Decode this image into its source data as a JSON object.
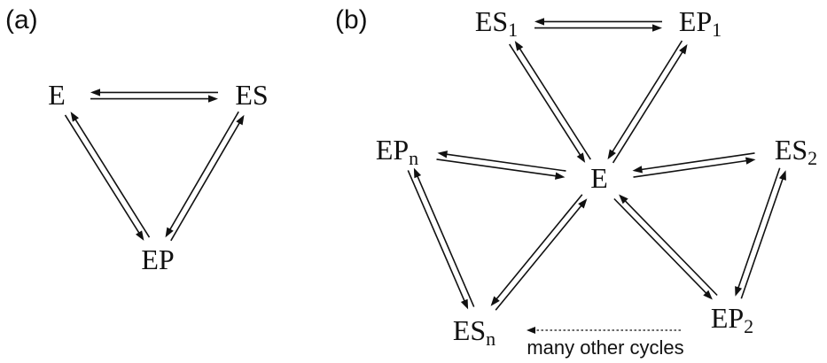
{
  "panels": [
    {
      "key": "a",
      "label": "(a)"
    },
    {
      "key": "b",
      "label": "(b)"
    }
  ],
  "nodes": {
    "a_E": {
      "base": "E",
      "sub": ""
    },
    "a_ES": {
      "base": "ES",
      "sub": ""
    },
    "a_EP": {
      "base": "EP",
      "sub": ""
    },
    "b_ES1": {
      "base": "ES",
      "sub": "1"
    },
    "b_EP1": {
      "base": "EP",
      "sub": "1"
    },
    "b_E": {
      "base": "E",
      "sub": ""
    },
    "b_EPn": {
      "base": "EP",
      "sub": "n"
    },
    "b_ES2": {
      "base": "ES",
      "sub": "2"
    },
    "b_ESn": {
      "base": "ES",
      "sub": "n"
    },
    "b_EP2": {
      "base": "EP",
      "sub": "2"
    }
  },
  "reactions": [
    {
      "from": "a_E",
      "to": "a_ES"
    },
    {
      "from": "a_E",
      "to": "a_EP"
    },
    {
      "from": "a_ES",
      "to": "a_EP"
    },
    {
      "from": "b_ES1",
      "to": "b_EP1"
    },
    {
      "from": "b_ES1",
      "to": "b_E"
    },
    {
      "from": "b_EP1",
      "to": "b_E"
    },
    {
      "from": "b_EPn",
      "to": "b_E"
    },
    {
      "from": "b_E",
      "to": "b_ES2"
    },
    {
      "from": "b_EPn",
      "to": "b_ESn"
    },
    {
      "from": "b_ESn",
      "to": "b_E"
    },
    {
      "from": "b_E",
      "to": "b_EP2"
    },
    {
      "from": "b_ES2",
      "to": "b_EP2"
    }
  ],
  "note": {
    "text": "many other cycles",
    "arrow_direction": "left"
  }
}
